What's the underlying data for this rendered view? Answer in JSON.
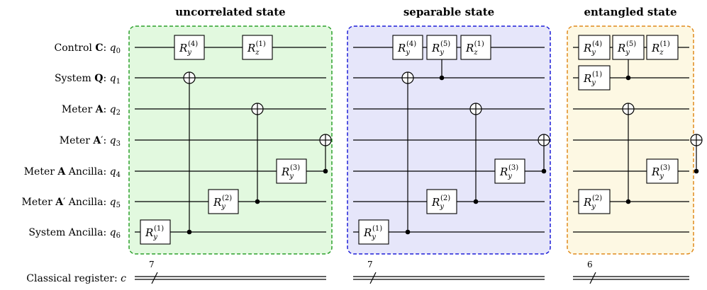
{
  "colors": {
    "uncorrelated_border": "#2ca02c",
    "uncorrelated_fill": "#e2f9df",
    "separable_border": "#1f1fd8",
    "separable_fill": "#e6e6fa",
    "entangled_border": "#e08a1c",
    "entangled_fill": "#fdf8e3"
  },
  "rows": [
    {
      "label": "Control",
      "bold": "C",
      "prime": "",
      "tail": ":",
      "qubit": "q",
      "index": "0"
    },
    {
      "label": "System",
      "bold": "Q",
      "prime": "",
      "tail": ":",
      "qubit": "q",
      "index": "1"
    },
    {
      "label": "Meter",
      "bold": "A",
      "prime": "",
      "tail": ":",
      "qubit": "q",
      "index": "2"
    },
    {
      "label": "Meter",
      "bold": "A",
      "prime": "′",
      "tail": ":",
      "qubit": "q",
      "index": "3"
    },
    {
      "label": "Meter",
      "bold": "A",
      "prime": "",
      "tail": " Ancilla:",
      "qubit": "q",
      "index": "4"
    },
    {
      "label": "Meter",
      "bold": "A",
      "prime": "′",
      "tail": " Ancilla:",
      "qubit": "q",
      "index": "5"
    },
    {
      "label": "System Ancilla:",
      "bold": "",
      "prime": "",
      "tail": "",
      "qubit": "q",
      "index": "6"
    }
  ],
  "classical": {
    "label": "Classical register:",
    "symbol": "c"
  },
  "panels": [
    {
      "title": "uncorrelated state",
      "style": "uncorrelated",
      "register_count": "7",
      "gates": [
        {
          "kind": "rot",
          "axis": "y",
          "param": "(4)",
          "qubit": 0,
          "col": 1
        },
        {
          "kind": "rot",
          "axis": "z",
          "param": "(1)",
          "qubit": 0,
          "col": 3
        },
        {
          "kind": "rot",
          "axis": "y",
          "param": "(3)",
          "qubit": 4,
          "col": 4
        },
        {
          "kind": "rot",
          "axis": "y",
          "param": "(2)",
          "qubit": 5,
          "col": 2
        },
        {
          "kind": "rot",
          "axis": "y",
          "param": "(1)",
          "qubit": 6,
          "col": 0
        },
        {
          "kind": "cnot",
          "control": 6,
          "target": 1,
          "col": 1
        },
        {
          "kind": "cnot",
          "control": 5,
          "target": 2,
          "col": 3
        },
        {
          "kind": "cnot",
          "control": 4,
          "target": 3,
          "col": 5
        }
      ]
    },
    {
      "title": "separable state",
      "style": "separable",
      "register_count": "7",
      "gates": [
        {
          "kind": "rot",
          "axis": "y",
          "param": "(4)",
          "qubit": 0,
          "col": 1
        },
        {
          "kind": "rot",
          "axis": "y",
          "param": "(5)",
          "qubit": 0,
          "col": 2
        },
        {
          "kind": "rot",
          "axis": "z",
          "param": "(1)",
          "qubit": 0,
          "col": 3
        },
        {
          "kind": "rot",
          "axis": "y",
          "param": "(3)",
          "qubit": 4,
          "col": 4
        },
        {
          "kind": "rot",
          "axis": "y",
          "param": "(2)",
          "qubit": 5,
          "col": 2
        },
        {
          "kind": "rot",
          "axis": "y",
          "param": "(1)",
          "qubit": 6,
          "col": 0
        },
        {
          "kind": "cdot",
          "control": 1,
          "col": 2
        },
        {
          "kind": "cnot",
          "control": 6,
          "target": 1,
          "col": 1
        },
        {
          "kind": "cnot",
          "control": 5,
          "target": 2,
          "col": 3
        },
        {
          "kind": "cnot",
          "control": 4,
          "target": 3,
          "col": 5
        }
      ]
    },
    {
      "title": "entangled state",
      "style": "entangled",
      "register_count": "6",
      "gates": [
        {
          "kind": "rot",
          "axis": "y",
          "param": "(4)",
          "qubit": 0,
          "col": 0
        },
        {
          "kind": "rot",
          "axis": "y",
          "param": "(5)",
          "qubit": 0,
          "col": 1
        },
        {
          "kind": "rot",
          "axis": "z",
          "param": "(1)",
          "qubit": 0,
          "col": 2
        },
        {
          "kind": "rot",
          "axis": "y",
          "param": "(1)",
          "qubit": 1,
          "col": 0
        },
        {
          "kind": "rot",
          "axis": "y",
          "param": "(3)",
          "qubit": 4,
          "col": 2
        },
        {
          "kind": "rot",
          "axis": "y",
          "param": "(2)",
          "qubit": 5,
          "col": 0
        },
        {
          "kind": "cdot",
          "control": 1,
          "col": 1
        },
        {
          "kind": "cnot",
          "control": 5,
          "target": 2,
          "col": 1
        },
        {
          "kind": "cnot",
          "control": 4,
          "target": 3,
          "col": 3
        }
      ]
    }
  ]
}
